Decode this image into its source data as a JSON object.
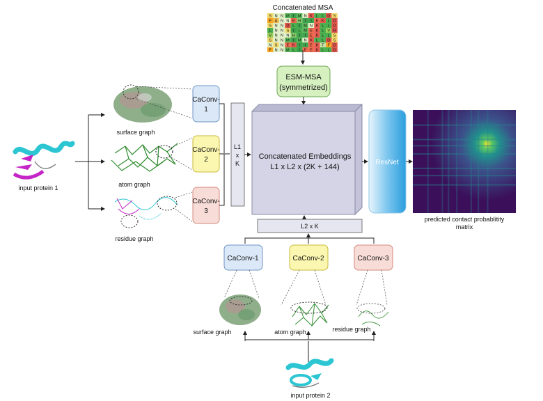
{
  "msa": {
    "title": "Concatenated MSA",
    "rows": [
      "SNNMIMNKLLDS",
      "FANNEHIIEKLD",
      "SNNDLIMNKLLD",
      "LNNSILMEKLVR",
      "VNNNHIIEKLLS",
      "SNNMIMNKLLDS",
      "NSNEKIIEKTFD",
      "FNNMLIEEKLLD"
    ]
  },
  "esm": {
    "line1": "ESM-MSA",
    "line2": "(symmetrized)"
  },
  "left_branch": {
    "input_label": "input protein 1",
    "graphs": [
      {
        "caption": "surface graph",
        "conv": [
          "CaConv-",
          "1"
        ]
      },
      {
        "caption": "atom graph",
        "conv": [
          "CaConv-",
          "2"
        ]
      },
      {
        "caption": "residue graph",
        "conv": [
          "CaConv-",
          "3"
        ]
      }
    ],
    "stack": [
      "L1",
      "x",
      "K"
    ]
  },
  "center": {
    "line1": "Concatenated Embeddings",
    "line2": "L1 x L2 x (2K + 144)"
  },
  "resnet": "ResNet",
  "matrix_caption": [
    "predicted contact probablitity",
    "matrix"
  ],
  "bottom_branch": {
    "stack": "L2 x K",
    "convs": [
      "CaConv-1",
      "CaConv-2",
      "CaConv-3"
    ],
    "captions": [
      "surface graph",
      "atom graph",
      "residue graph"
    ],
    "input_label": "input protein 2"
  },
  "colors": {
    "conv1": "#dbe8f7",
    "conv1_border": "#6f95c4",
    "conv2": "#fbf7b0",
    "conv2_border": "#c9b93c",
    "conv3": "#f8dcd7",
    "conv3_border": "#d48a80",
    "esm": "#d6f0c0",
    "esm_border": "#6fa859",
    "cube_front": "#d4d4e6",
    "cube_side": "#b9b9d2",
    "resnet": "#3aa8e0",
    "protein_helix": "#2cc6d3",
    "protein_sheet": "#c524c7",
    "graph_green": "#2e8b2e"
  }
}
